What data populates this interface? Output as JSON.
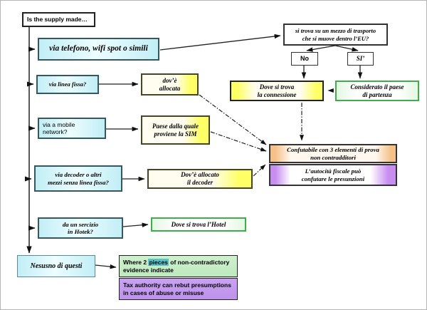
{
  "palette": {
    "cyan_fill": "#c2eef6",
    "yellow_fill": "#ffff66",
    "green_border": "#3fae49",
    "orange_edge": "#f5c189",
    "purple_edge": "#c78ef0",
    "green_solid_fill": "#c6eec6",
    "purple_solid_fill": "#c49cee",
    "highlight_teal": "#54c6cb",
    "line_color": "#1a1a1a"
  },
  "nodes": {
    "supply_question": {
      "label": "Is the supply made…"
    },
    "via_telefono": {
      "label": "via telefono, wifi spot o simili"
    },
    "transport_question": {
      "line1": "si trova su un mezzo di trasporto",
      "line2": "che si muove dentro l’EU?"
    },
    "no": {
      "label": "No"
    },
    "si": {
      "label": "SI’"
    },
    "connessione": {
      "line1": "Dove si trova",
      "line2": "la connessione"
    },
    "considerato": {
      "line1": "Considerato il paese",
      "line2": "di partenza"
    },
    "linea_fissa": {
      "label": "via linea fissa?"
    },
    "dove_allocata": {
      "line1": "dov’è",
      "line2": "allocata"
    },
    "mobile_network": {
      "line1": "via a mobile",
      "line2": "network?"
    },
    "paese_sim": {
      "line1": "Paese dalla quale",
      "line2": "proviene la SIM"
    },
    "confutabile": {
      "line1": "Confutabile con 3 elementi di prova",
      "line2": "non contradditori"
    },
    "autocita": {
      "line1": "L’autocità fiscale può",
      "line2": "confutare le presunzioni"
    },
    "decoder_q": {
      "line1": "via decoder o altri",
      "line2": "mezzi senza linea fissa?"
    },
    "decoder_a": {
      "line1": "Dov’è allocato",
      "line2": "il decoder"
    },
    "hotel_q": {
      "line1": "da un sercizio",
      "line2": "in Hotek?"
    },
    "hotel_a": {
      "label": "Dove si trova l’Hotel"
    },
    "nessuno": {
      "label": "Nesusno di questi"
    },
    "evidence": {
      "pre": "Where 2 ",
      "highlight": "pieces",
      "post": " of non-contradictory",
      "line2": "evidence indicate"
    },
    "rebut": {
      "line1": "Tax authority can rebut presumptions",
      "line2": "in cases of abuse or misuse"
    }
  }
}
